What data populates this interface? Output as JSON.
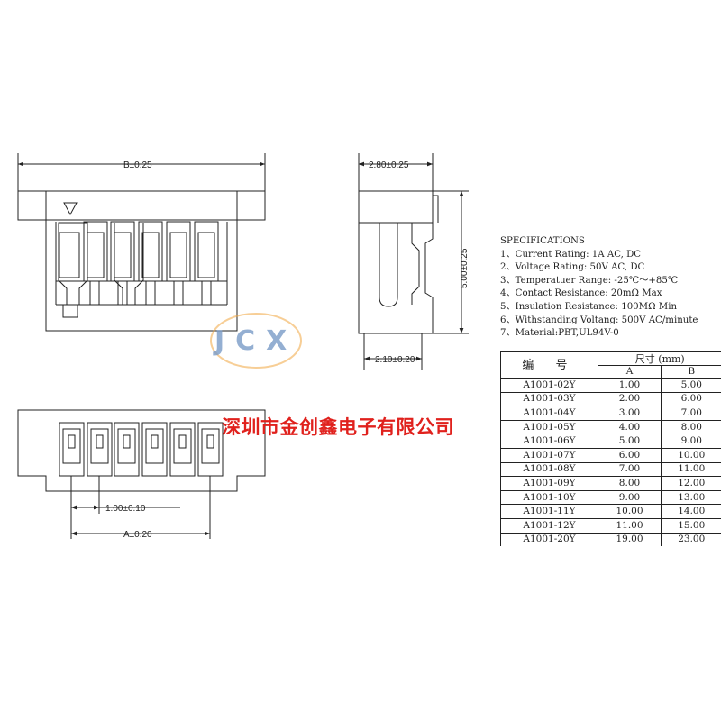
{
  "dimensions": {
    "b_width": "B±0.25",
    "depth": "2.80±0.25",
    "height": "5.00±0.25",
    "base": "2.10±0.20",
    "pitch": "1.00±0.10",
    "a_width": "A±0.20"
  },
  "specifications": {
    "title": "SPECIFICATIONS",
    "items": [
      "1、Current Rating: 1A AC, DC",
      "2、Voltage Rating: 50V AC, DC",
      "3、Temperatuer Range: -25℃～+85℃",
      "4、Contact Resistance: 20mΩ Max",
      "5、Insulation Resistance: 100MΩ Min",
      "6、Withstanding Voltang: 500V AC/minute",
      "7、Material:PBT,UL94V-0"
    ]
  },
  "table": {
    "code_header": "编 号",
    "size_header": "尺寸 (mm)",
    "col_a": "A",
    "col_b": "B",
    "rows": [
      [
        "A1001-02Y",
        "1.00",
        "5.00"
      ],
      [
        "A1001-03Y",
        "2.00",
        "6.00"
      ],
      [
        "A1001-04Y",
        "3.00",
        "7.00"
      ],
      [
        "A1001-05Y",
        "4.00",
        "8.00"
      ],
      [
        "A1001-06Y",
        "5.00",
        "9.00"
      ],
      [
        "A1001-07Y",
        "6.00",
        "10.00"
      ],
      [
        "A1001-08Y",
        "7.00",
        "11.00"
      ],
      [
        "A1001-09Y",
        "8.00",
        "12.00"
      ],
      [
        "A1001-10Y",
        "9.00",
        "13.00"
      ],
      [
        "A1001-11Y",
        "10.00",
        "14.00"
      ],
      [
        "A1001-12Y",
        "11.00",
        "15.00"
      ],
      [
        "A1001-20Y",
        "19.00",
        "23.00"
      ]
    ]
  },
  "watermark": {
    "logo_text": "JCX",
    "company": "深圳市金创鑫电子有限公司"
  },
  "colors": {
    "line": "#222222",
    "company_red": "#e0211d",
    "logo_blue": "#7a9cc8",
    "logo_orange": "#f0a640"
  }
}
